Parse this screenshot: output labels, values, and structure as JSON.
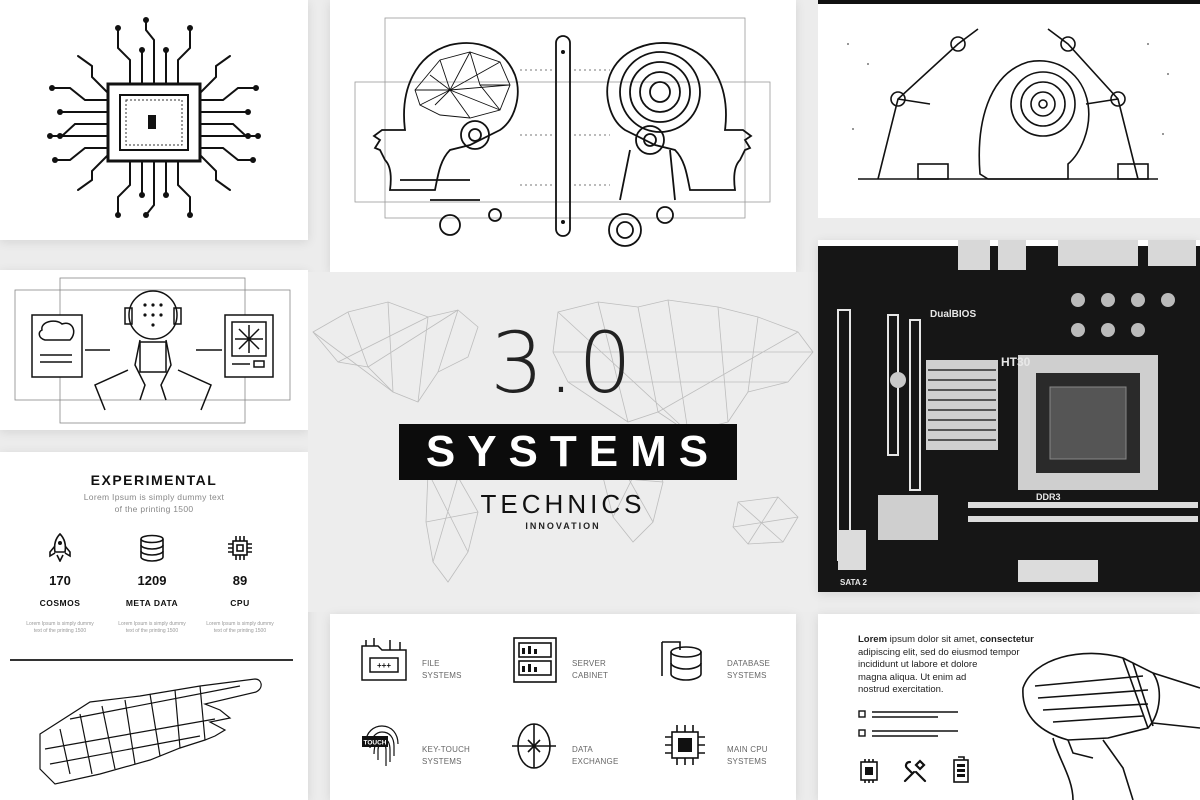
{
  "title": {
    "version": "3.0",
    "main": "SYSTEMS",
    "sub": "TECHNICS",
    "tagline": "INNOVATION"
  },
  "experimental": {
    "title": "EXPERIMENTAL",
    "subtitle_line1": "Lorem Ipsum is simply dummy text",
    "subtitle_line2": "of the printing 1500",
    "stats": [
      {
        "icon": "rocket-icon",
        "value": "170",
        "label": "COSMOS",
        "desc_line1": "Lorem Ipsum is simply dummy",
        "desc_line2": "text of the printing 1500"
      },
      {
        "icon": "database-icon",
        "value": "1209",
        "label": "META DATA",
        "desc_line1": "Lorem Ipsum is simply dummy",
        "desc_line2": "text of the printing 1500"
      },
      {
        "icon": "cpu-icon",
        "value": "89",
        "label": "CPU",
        "desc_line1": "Lorem Ipsum is simply dummy",
        "desc_line2": "text of the printing 1500"
      }
    ]
  },
  "icons": [
    {
      "icon": "file-systems-icon",
      "line1": "FILE",
      "line2": "SYSTEMS"
    },
    {
      "icon": "server-cabinet-icon",
      "line1": "SERVER",
      "line2": "CABINET"
    },
    {
      "icon": "database-systems-icon",
      "line1": "DATABASE",
      "line2": "SYSTEMS"
    },
    {
      "icon": "key-touch-icon",
      "line1": "KEY-TOUCH",
      "line2": "SYSTEMS",
      "badge": "TOUCH"
    },
    {
      "icon": "data-exchange-icon",
      "line1": "DATA",
      "line2": "EXCHANGE"
    },
    {
      "icon": "main-cpu-icon",
      "line1": "MAIN CPU",
      "line2": "SYSTEMS"
    }
  ],
  "badges": {
    "file_systems": "+++"
  },
  "lorem": {
    "bold1": "Lorem",
    "text1": " ipsum dolor sit amet, ",
    "bold2": "consectetur",
    "line2": "adipiscing elit, sed do eiusmod tempor",
    "line3": "incididunt ut labore et dolore",
    "line4": "magna aliqua. Ut enim ad",
    "line5": "nostrud exercitation."
  },
  "motherboard": {
    "labels": {
      "bios": "DualBIOS",
      "ht": "HT30",
      "ddr": "DDR3",
      "sata": "SATA 2"
    }
  },
  "colors": {
    "background": "#ececec",
    "panel": "#ffffff",
    "ink": "#111111",
    "title_box": "#0c0c0c",
    "board": "#1a1a1a"
  }
}
